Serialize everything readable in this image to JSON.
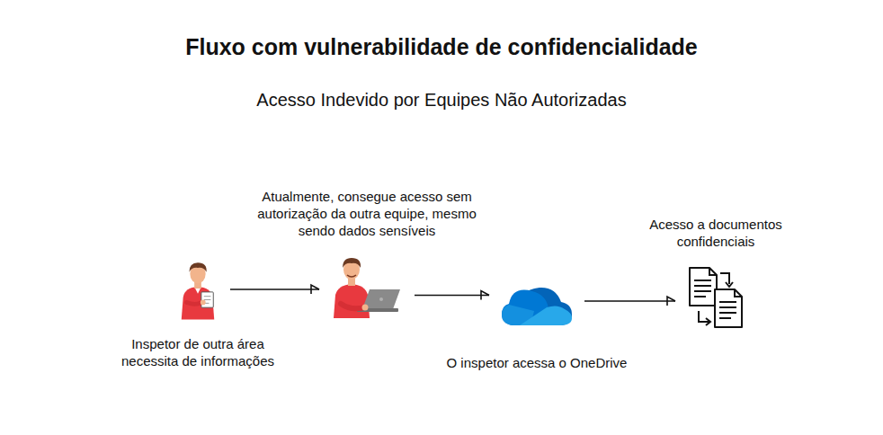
{
  "diagram": {
    "title": "Fluxo com vulnerabilidade de confidencialidade",
    "nodes": [
      {
        "text": [
          "Inspetor de outra área necessita de informações"
        ]
      },
      {
        "text": [
          "Atualmente, consegue acesso sem autorização da outra equipe, mesmo sendo dados sensíveis"
        ]
      },
      {
        "text": [
          "O inspetor acessa o OneDrive"
        ]
      },
      {
        "text": [
          "Acesso a documentos confidenciais"
        ]
      }
    ],
    "edges": [
      {
        "from": 0,
        "to": 1,
        "arrow": "to"
      },
      {
        "from": 1,
        "to": 2,
        "arrow": "to"
      },
      {
        "from": 2,
        "to": 3,
        "arrow": "to"
      }
    ],
    "labels": [
      "Acesso Indevido por Equipes Não Autorizadas"
    ]
  }
}
